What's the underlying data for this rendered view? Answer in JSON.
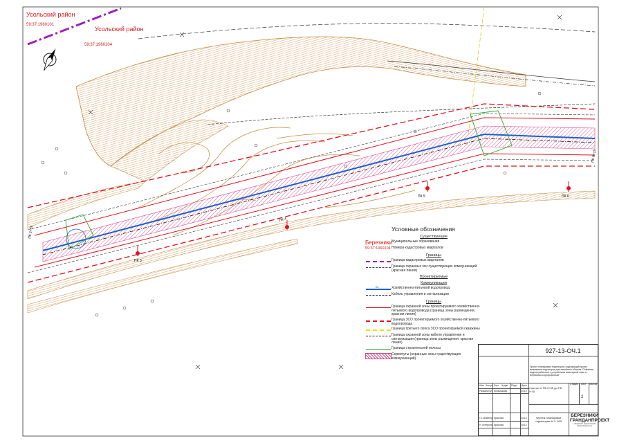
{
  "map": {
    "district_1": {
      "name": "Усольский район",
      "cadastral": "59:37:1960101"
    },
    "district_2": {
      "name": "Усольский район",
      "cadastral": "59:37:1960104"
    },
    "pickets": [
      "ПК 2+55",
      "ПК 3",
      "ПК 4",
      "ПК 5",
      "ПК 6",
      "ПК 6+15"
    ]
  },
  "legend": {
    "title": "Условные обозначения",
    "section_existing": "Существующие",
    "municipal_sample": "Березники",
    "municipal_label": "Муниципальные образования",
    "cadastral_sample": "59:37:1960104",
    "cadastral_label": "Номера кадастровых кварталов",
    "section_borders": "Границы",
    "item_cadastral_border": "Граница кадастровых кварталов",
    "item_existing_protect": "Граница охранных зон существующих коммуникаций (красная линия)",
    "section_projected": "Проектируемые",
    "section_communications": "Коммуникации",
    "water_sample": "В1",
    "item_water": "Хозяйственно-питьевой водопровод",
    "item_cable": "Кабель управления и сигнализации",
    "section_borders2": "Границы",
    "item_water_zone": "Граница охранной зоны проектируемого хозяйственно-питьевого водопровода (граница зоны размещения, красная линия)",
    "item_zso": "Граница ЗСО проектируемого хозяйственно-питьевого водопровода",
    "item_zso3": "Граница третьего пояса ЗСО проектируемой скважины",
    "item_cable_zone": "Граница охранной зоны кабеля управления и сигнализации (граница зоны размещения, красная линия)",
    "item_build": "Граница строительной полосы",
    "item_servitude": "Сервитуты (охранные зоны существующих коммуникаций)"
  },
  "stamp": {
    "code": "927-13-ОЧ.1",
    "object": "Проект планировки территории, содержащий проект межевания территории для линейного объекта \"Освоение водопотребления с устройством санитарной зоны ст. Березники-Сортировочная\"",
    "section": "Участок от ПК 2+55 до ПК 6+15",
    "hdr_stage": "Стадия",
    "hdr_sheet": "Лист",
    "hdr_sheets": "Листов",
    "sheet": "2",
    "plan": "Чертеж планировки территории М 1: 500",
    "org": "БЕРЕЗНИКИ ГРАНДАНПРОЕКТ",
    "org_sub": "общество с ограниченной ответственностью",
    "col_izm": "Изм.",
    "col_kol": "Кол.уч",
    "col_list": "Лист",
    "col_ndok": "№док",
    "col_podp": "Подп.",
    "col_data": "Дата",
    "developer_role": "Разработал",
    "developer_name": "Копылькова",
    "gip_role": "Гл. инженер",
    "gip_name": "Крылова",
    "control_role": "Н. контроль",
    "control_name": "Крылова",
    "date": "04.14"
  },
  "colors": {
    "contour": "#c48a3c",
    "hatch": "#d0a064",
    "red": "#e0101e",
    "water": "#1a5fd0",
    "servitude": "#d84a8a",
    "cadastral": "#9b20c0",
    "build": "#22b022",
    "zso3": "#e8e000"
  }
}
